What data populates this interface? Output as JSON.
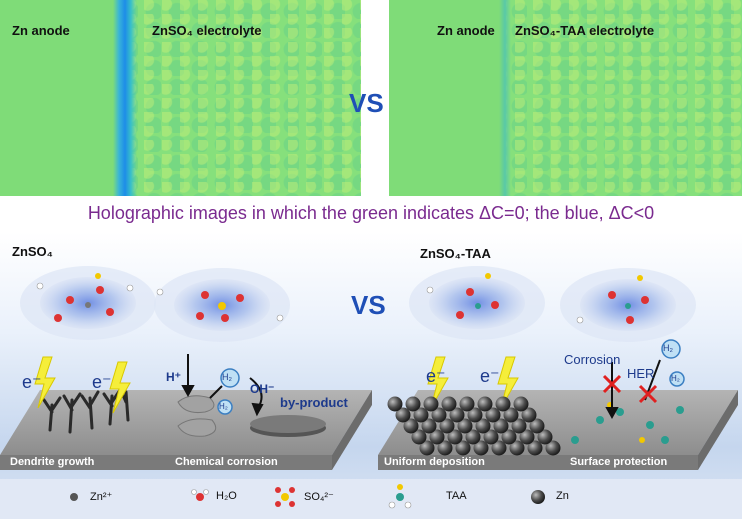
{
  "top": {
    "left_panel": {
      "anode_label": "Zn anode",
      "electrolyte_label": "ZnSO₄ electrolyte"
    },
    "right_panel": {
      "anode_label": "Zn anode",
      "electrolyte_label": "ZnSO₄-TAA electrolyte"
    },
    "vs_label": "VS"
  },
  "caption": "Holographic images in which the green indicates ΔC=0;  the blue, ΔC<0",
  "bottom": {
    "left_title": "ZnSO₄",
    "right_title": "ZnSO₄-TAA",
    "vs_label": "VS",
    "electron": "e⁻",
    "h_plus": "H⁺",
    "h2": "H₂",
    "oh_minus": "OH⁻",
    "by_product": "by-product",
    "corrosion": "Corrosion",
    "her": "HER",
    "slab_labels": [
      "Dendrite growth",
      "Chemical corrosion",
      "Uniform deposition",
      "Surface protection"
    ]
  },
  "legend": [
    {
      "icon": "zn2-ion-icon",
      "label": "Zn²⁺"
    },
    {
      "icon": "water-molecule-icon",
      "label": "H₂O"
    },
    {
      "icon": "sulfate-ion-icon",
      "label": "SO₄²⁻"
    },
    {
      "icon": "taa-molecule-icon",
      "label": "TAA"
    },
    {
      "icon": "zn-atom-icon",
      "label": "Zn"
    }
  ],
  "colors": {
    "green_field": "#86e07c",
    "blue_layer": "#3aa0e8",
    "vs": "#1f4fb6",
    "caption": "#7a2a8f",
    "slab": "#8a8a8a"
  }
}
